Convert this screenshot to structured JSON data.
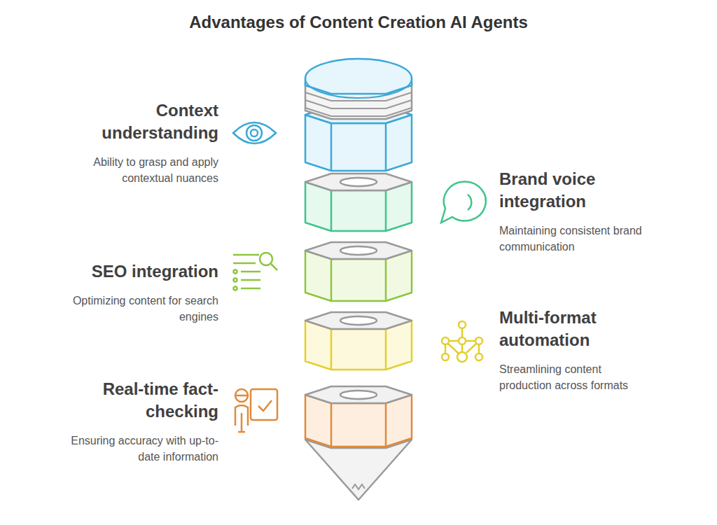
{
  "diagram": {
    "title": "Advantages of Content Creation AI Agents",
    "nodes": [
      {
        "text": [
          "Context understanding",
          "Ability to grasp and apply contextual nuances"
        ]
      },
      {
        "text": [
          "Brand voice integration",
          "Maintaining consistent brand communication"
        ]
      },
      {
        "text": [
          "SEO integration",
          "Optimizing content for search engines"
        ]
      },
      {
        "text": [
          "Multi-format automation",
          "Streamlining content production across formats"
        ]
      },
      {
        "text": [
          "Real-time fact-checking",
          "Ensuring accuracy with up-to-date information"
        ]
      }
    ]
  }
}
